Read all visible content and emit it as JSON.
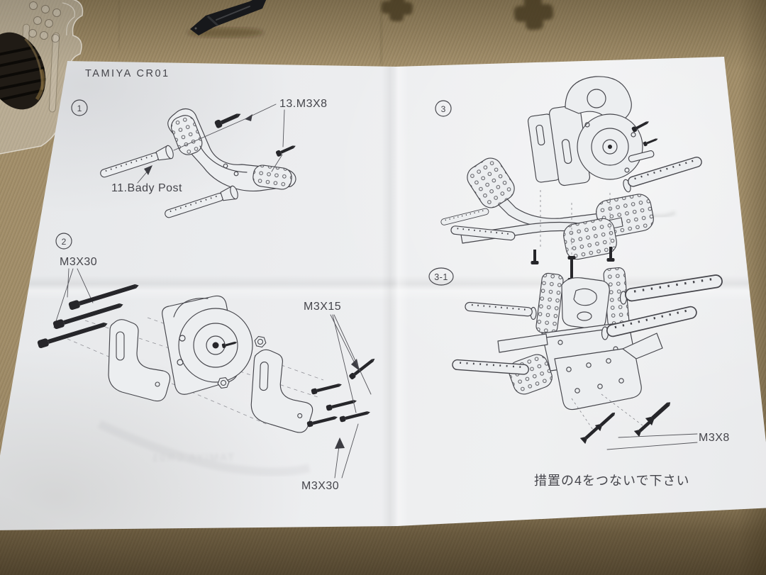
{
  "scene": {
    "objects": {
      "pen": "marker-pen",
      "clear_part": "clear-plastic-part",
      "disc": "carbon-disc",
      "shadow_cross_left": "cross-shadow",
      "shadow_cross_right": "cross-shadow"
    },
    "colors": {
      "fabric": "#a3906b",
      "fabric_shadow": "#5a4c33",
      "paper": "#eceef0",
      "ink": "#45454b",
      "hardware_black": "#26262a"
    }
  },
  "sheet": {
    "title": "TAMIYA CR01",
    "steps": {
      "s1": {
        "num": "1",
        "labels": {
          "screw": "13.M3X8",
          "post": "11.Bady Post"
        }
      },
      "s2": {
        "num": "2",
        "labels": {
          "screw_long_top": "M3X30",
          "screw_short": "M3X15",
          "screw_long_bottom": "M3X30"
        }
      },
      "s3": {
        "num": "3"
      },
      "s31": {
        "num": "3-1",
        "labels": {
          "screw": "M3X8"
        },
        "note": "措置の4をつないで下さい"
      }
    }
  }
}
